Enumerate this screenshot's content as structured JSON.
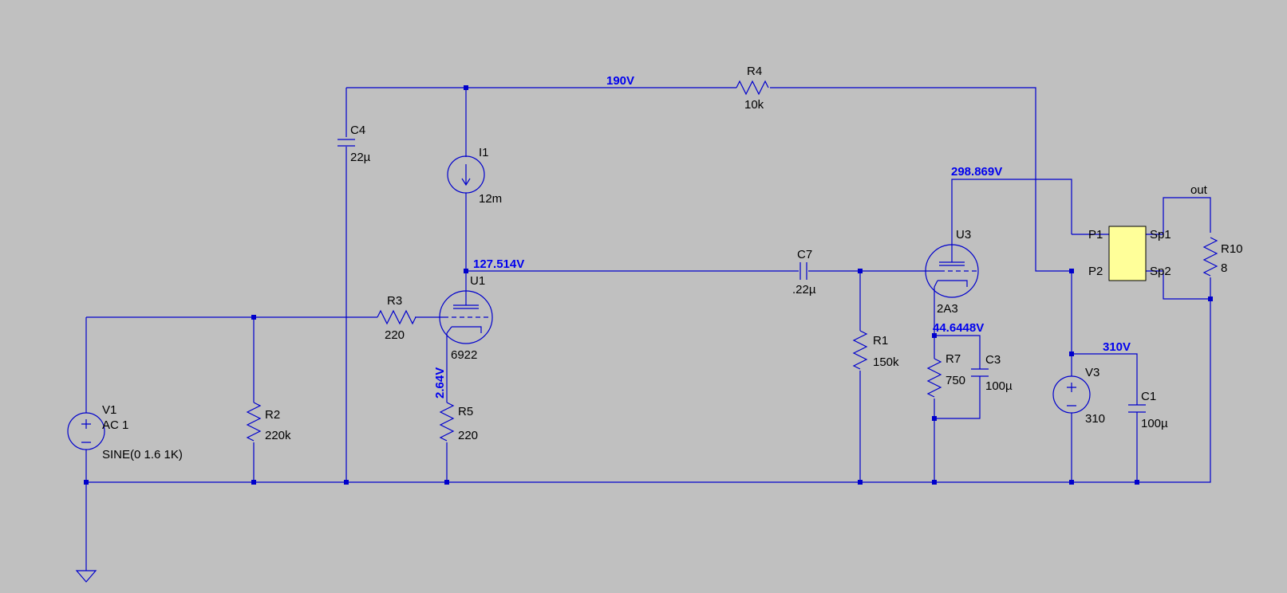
{
  "colors": {
    "background": "#c0c0c0",
    "wire": "#0000cc",
    "label": "#000000",
    "voltage_label": "#0000ee",
    "transformer_fill": "#ffff99"
  },
  "net_voltages": {
    "supply_top": "190V",
    "u3_plate": "298.869V",
    "u1_plate": "127.514V",
    "u1_cathode": "2.64V",
    "u3_cathode": "44.6448V",
    "v3_node": "310V"
  },
  "components": {
    "V1": {
      "name": "V1",
      "value": "AC 1",
      "extra": "SINE(0 1.6 1K)"
    },
    "R2": {
      "name": "R2",
      "value": "220k"
    },
    "R3": {
      "name": "R3",
      "value": "220"
    },
    "C4": {
      "name": "C4",
      "value": "22µ"
    },
    "I1": {
      "name": "I1",
      "value": "12m"
    },
    "U1": {
      "name": "U1",
      "value": "6922"
    },
    "R5": {
      "name": "R5",
      "value": "220"
    },
    "R4": {
      "name": "R4",
      "value": "10k"
    },
    "C7": {
      "name": "C7",
      "value": ".22µ"
    },
    "R1": {
      "name": "R1",
      "value": "150k"
    },
    "U3": {
      "name": "U3",
      "value": "2A3"
    },
    "R7": {
      "name": "R7",
      "value": "750"
    },
    "C3": {
      "name": "C3",
      "value": "100µ"
    },
    "V3": {
      "name": "V3",
      "value": "310"
    },
    "C1": {
      "name": "C1",
      "value": "100µ"
    },
    "R10": {
      "name": "R10",
      "value": "8"
    }
  },
  "transformer": {
    "p1": "P1",
    "p2": "P2",
    "sp1": "Sp1",
    "sp2": "Sp2"
  },
  "nets": {
    "out": "out"
  }
}
